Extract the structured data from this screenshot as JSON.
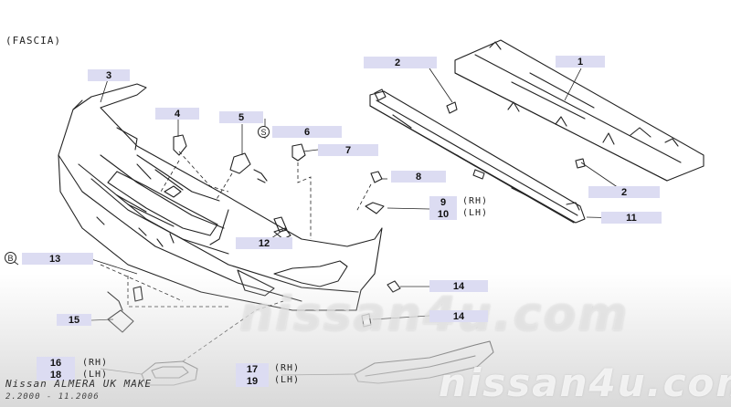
{
  "section_label": "(FASCIA)",
  "callouts": {
    "p1": "1",
    "p2a": "2",
    "p2b": "2",
    "p3": "3",
    "p4": "4",
    "p5": "5",
    "p6": "6",
    "p7": "7",
    "p8": "8",
    "p9": "9",
    "p10": "10",
    "p11": "11",
    "p12": "12",
    "p13": "13",
    "p14a": "14",
    "p14b": "14",
    "p15": "15",
    "p16": "16",
    "p17": "17",
    "p18": "18",
    "p19": "19"
  },
  "side_labels": {
    "rh": "(RH)",
    "lh": "(LH)"
  },
  "markers": {
    "s": "S",
    "b": "B"
  },
  "watermark": {
    "mid": "nissan4u.com",
    "bottom": "nissan4u.com"
  },
  "footer": {
    "title": "Nissan ALMERA UK MAKE",
    "date": "2.2000 - 11.2006"
  },
  "colors": {
    "callout_fill": "#dcdcf2",
    "line": "#222222"
  }
}
